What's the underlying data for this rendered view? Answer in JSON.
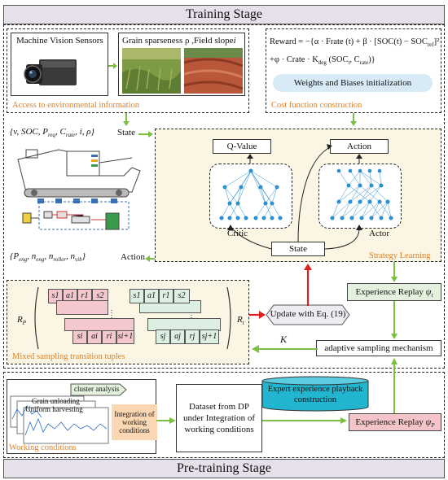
{
  "stages": {
    "top": "Training Stage",
    "bottom": "Pre-training Stage"
  },
  "env": {
    "sensor_label": "Machine Vision Sensors",
    "grain_label": "Grain sparseness ρ ,Field slope",
    "grain_label_i": "i",
    "caption": "Access to environmental information"
  },
  "cost": {
    "reward_line1": "Reward  = −{α · Frate (t) + β · [SOC(t) − SOC",
    "reward_ref": "ref",
    "reward_sq": "]²",
    "reward_line2": "+φ · Crate · K",
    "reward_deg": "deg",
    "reward_tail": " (SOC",
    "reward_tail2": ", C",
    "reward_tail3": ")}",
    "weights": "Weights and Biases initialization",
    "caption": "Cost function construction"
  },
  "state_vec": {
    "text": "{v, SOC, P",
    "req": "req",
    "mid": ", C",
    "rate": "rate",
    "end": ", i, ρ}",
    "label": "State"
  },
  "action_vec": {
    "text": "{P",
    "eng": "eng",
    "t2": ", n",
    "t3": ", n",
    "roller": "roller",
    "t4": ", n",
    "vib": "vib",
    "end": "}",
    "label": "Action"
  },
  "strategy": {
    "qvalue": "Q-Value",
    "action": "Action",
    "critic": "Critic",
    "actor": "Actor",
    "state": "State",
    "caption": "Strategy Learning"
  },
  "replay_t": {
    "label": "Experience Replay ",
    "sym": "ψ",
    "sub": "t"
  },
  "update": "Update with Eq. (19)",
  "k_label": "K",
  "adaptive": "adaptive sampling mechanism",
  "mixed": {
    "caption": "Mixed sampling transition tuples",
    "rp": "R",
    "rp_sub": "P",
    "rt": "R",
    "rt_sub": "t",
    "tuple_top": [
      "s1",
      "a1",
      "r1",
      "s2"
    ],
    "tuple_bottom_pink": [
      "si",
      "ai",
      "ri",
      "si+1"
    ],
    "tuple_bottom_mint": [
      "sj",
      "aj",
      "rj",
      "sj+1"
    ]
  },
  "pretrain": {
    "cluster": "cluster analysis",
    "grain_unloading": "Grain unloading",
    "uniform": "Uniform harvesting",
    "integration": "Integration of working conditions",
    "working": "Working conditions",
    "dataset": "Dataset from DP under Integration of working conditions",
    "expert": "Expert experience playback construction",
    "replay_p": "Experience Replay ",
    "replay_p_sym": "ψ",
    "replay_p_sub": "P"
  },
  "colors": {
    "green_arrow": "#7cc043",
    "red_arrow": "#e02020",
    "orange": "#d9822b",
    "cyan": "#22b5cf"
  }
}
